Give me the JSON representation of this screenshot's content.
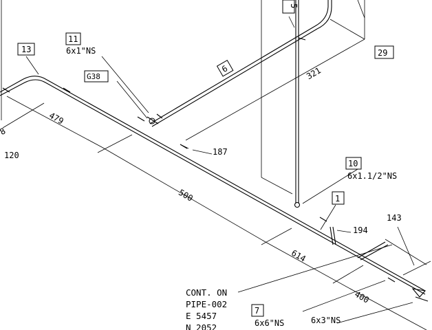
{
  "drawing": {
    "item_tags": [
      {
        "id": "tag-13",
        "label": "13"
      },
      {
        "id": "tag-11",
        "label": "11"
      },
      {
        "id": "tag-g38",
        "label": "G38"
      },
      {
        "id": "tag-6",
        "label": "6"
      },
      {
        "id": "tag-5",
        "label": "5"
      },
      {
        "id": "tag-29",
        "label": "29"
      },
      {
        "id": "tag-10",
        "label": "10"
      },
      {
        "id": "tag-1",
        "label": "1"
      },
      {
        "id": "tag-7",
        "label": "7"
      }
    ],
    "size_notes": {
      "tag_11": "6x1\"NS",
      "tag_10": "6x1.1/2\"NS",
      "tag_7": "6x6\"NS",
      "branch": "6x3\"NS"
    },
    "dimensions": {
      "d479": "479",
      "d500": "500",
      "d614": "614",
      "d400": "400",
      "d321": "321",
      "d187": "187",
      "d194": "194",
      "d143": "143",
      "d120": "120",
      "d8": "8"
    },
    "continuation": {
      "line1": "CONT. ON",
      "line2": "PIPE-002",
      "line3": "E 5457",
      "line4": "N 2052"
    }
  }
}
